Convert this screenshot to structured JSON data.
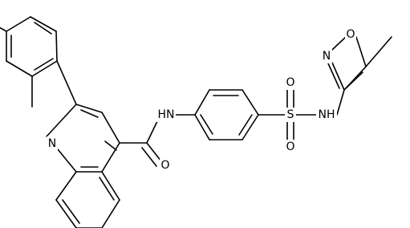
{
  "atom_labels": {
    "quinoline_n": "N",
    "amide_nh": "HN",
    "amide_o": "O",
    "sulfonyl_s": "S",
    "sulfonyl_o_top": "O",
    "sulfonyl_o_bottom": "O",
    "sulfonamide_nh": "NH",
    "isoxazole_n": "N",
    "isoxazole_o": "O"
  },
  "colors": {
    "bond": "#000000",
    "label": "#000000",
    "background": "#ffffff"
  }
}
